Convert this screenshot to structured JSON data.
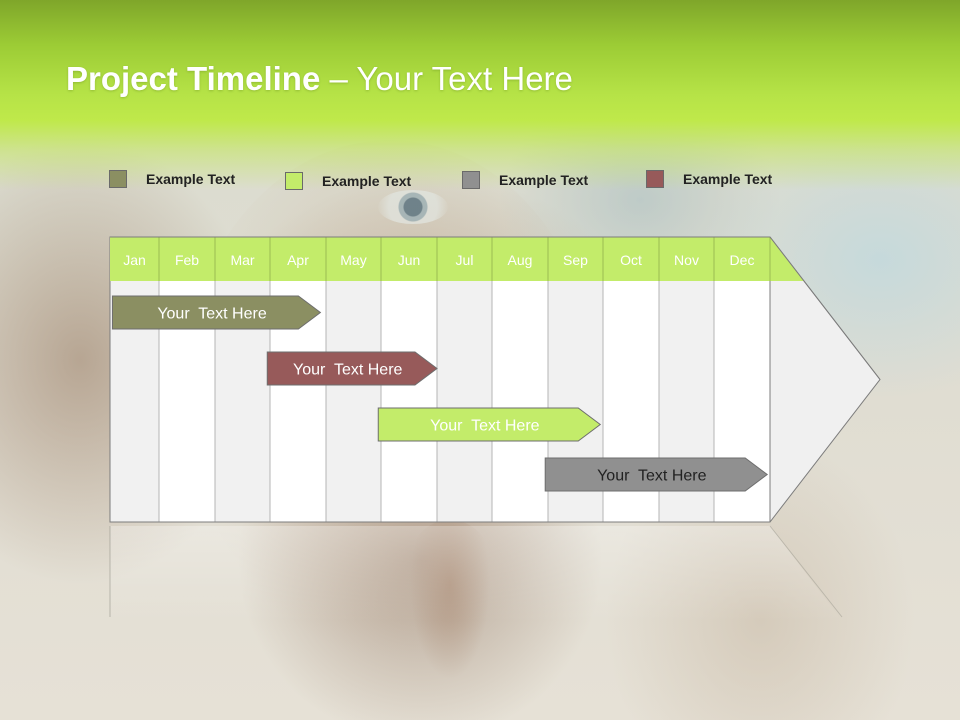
{
  "title": {
    "bold": "Project Timeline",
    "light": " – Your Text Here"
  },
  "legend": [
    {
      "label": "Example Text",
      "color": "#8b8f62"
    },
    {
      "label": "Example Text",
      "color": "#c3ec6a"
    },
    {
      "label": "Example Text",
      "color": "#909090"
    },
    {
      "label": "Example Text",
      "color": "#975a5a"
    }
  ],
  "chart_data": {
    "type": "table",
    "months": [
      "Jan",
      "Feb",
      "Mar",
      "Apr",
      "May",
      "Jun",
      "Jul",
      "Aug",
      "Sep",
      "Oct",
      "Nov",
      "Dec"
    ],
    "tasks": [
      {
        "label": "Your  Text Here",
        "start_month": 0.05,
        "end_month": 3.9,
        "color": "#8b8f62",
        "text_color": "#ffffff"
      },
      {
        "label": "Your  Text Here",
        "start_month": 2.95,
        "end_month": 6.0,
        "color": "#975a5a",
        "text_color": "#ffffff"
      },
      {
        "label": "Your  Text Here",
        "start_month": 4.95,
        "end_month": 8.95,
        "color": "#c3ec6a",
        "text_color": "#ffffff"
      },
      {
        "label": "Your  Text Here",
        "start_month": 7.95,
        "end_month": 11.95,
        "color": "#909090",
        "text_color": "#222222"
      }
    ]
  }
}
